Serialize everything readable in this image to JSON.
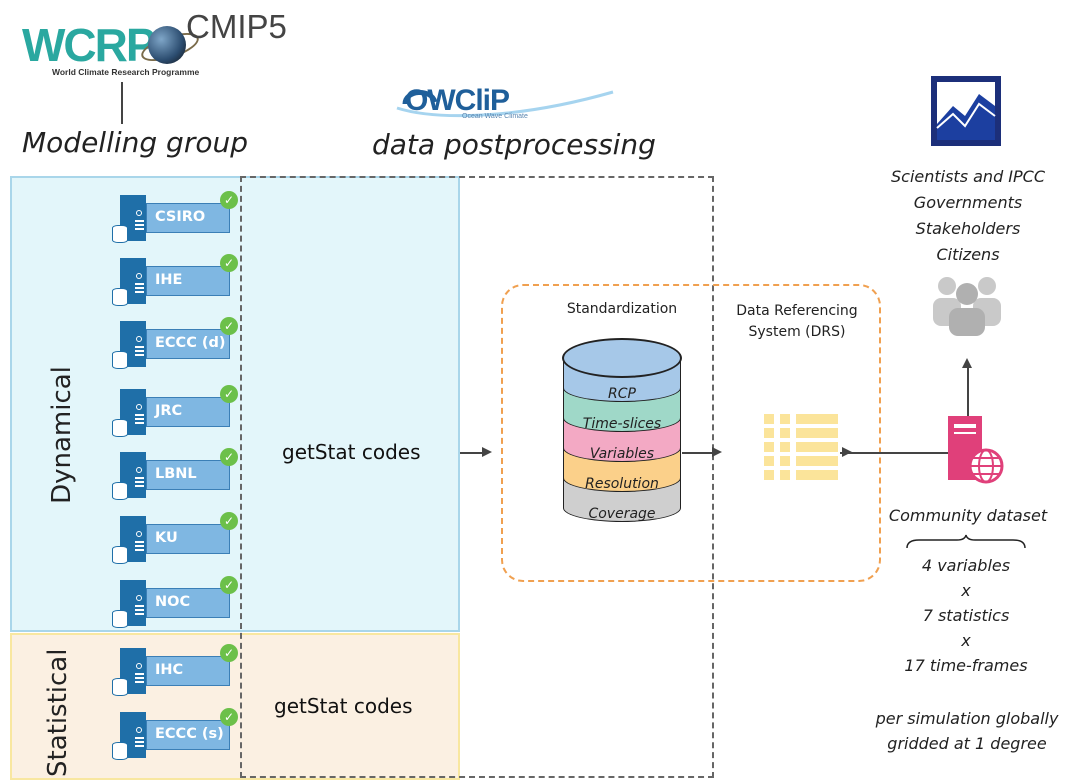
{
  "logos": {
    "wcrp": "WCRP",
    "wcrp_sub": "World Climate Research Programme",
    "cmip": "CMIP5",
    "owclip": "OWCliP",
    "owclip_sub": "Ocean Wave Climate"
  },
  "headings": {
    "modelling": "Modelling group",
    "postprocessing": "data postprocessing"
  },
  "groups": {
    "dynamical": "Dynamical",
    "statistical": "Statistical"
  },
  "models_dynamical": [
    "CSIRO",
    "IHE",
    "ECCC (d)",
    "JRC",
    "LBNL",
    "KU",
    "NOC"
  ],
  "models_statistical": [
    "IHC",
    "ECCC (s)"
  ],
  "codes": {
    "dynamical": "getStat codes",
    "statistical": "getStat codes"
  },
  "standardization": {
    "title": "Standardization",
    "layers": [
      "RCP",
      "Time-slices",
      "Variables",
      "Resolution",
      "Coverage"
    ],
    "layer_colors": [
      "#a6c8e8",
      "#9fd8c8",
      "#f3a9c4",
      "#fbd08a",
      "#cfcfcf"
    ]
  },
  "drs": {
    "line1": "Data Referencing",
    "line2": "System (DRS)"
  },
  "audience": [
    "Scientists and IPCC",
    "Governments",
    "Stakeholders",
    "Citizens"
  ],
  "community": {
    "title": "Community dataset",
    "lines": [
      "4 variables",
      "x",
      "7 statistics",
      "x",
      "17 time-frames"
    ],
    "note_line1": "per simulation globally",
    "note_line2": "gridded at 1 degree"
  },
  "colors": {
    "dynamical_bg": "#e3f6fa",
    "statistical_bg": "#fbf0e2",
    "server_blue": "#1f6fa8",
    "server_label": "#7fb7e2",
    "check_green": "#6cc04a",
    "orange_dash": "#f0a050"
  },
  "icons": [
    "server-icon",
    "checkmark-icon",
    "database-icon",
    "table-icon",
    "chart-icon",
    "people-icon",
    "web-server-icon",
    "brace-icon"
  ]
}
